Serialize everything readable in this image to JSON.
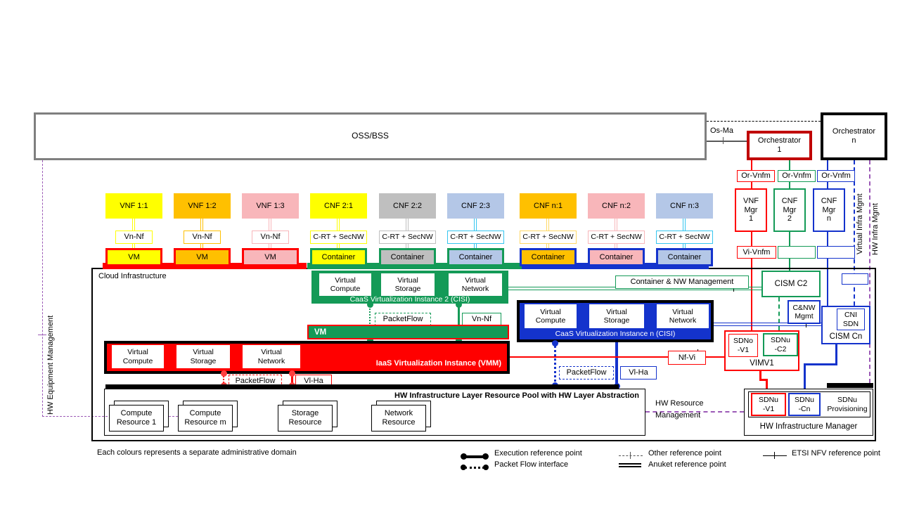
{
  "palette": {
    "red": "#FF0000",
    "dark_red": "#C00000",
    "green": "#149A57",
    "blue": "#1433CC",
    "purple": "#9B59B6",
    "yellow": "#FFFF00",
    "orange": "#FFC000",
    "pink": "#F8B6BA",
    "gray": "#BFBFBF",
    "light_blue": "#B4C7E7",
    "cyan": "#35C6F0",
    "oss_border": "#7F7F7F"
  },
  "oss": {
    "label": "OSS/BSS"
  },
  "top": {
    "os_ma": "Os-Ma",
    "orchestrator_1": "Orchestrator\n1",
    "orchestrator_n": "Orchestrator\nn"
  },
  "nf_columns": [
    {
      "label": "VNF 1:1",
      "fill": "#FFFF00",
      "line": "#FFFF00",
      "if_label": "Vn-Nf",
      "box_label": "VM",
      "box_fill": "#FFFF00",
      "box_border": "#FF0000"
    },
    {
      "label": "VNF 1:2",
      "fill": "#FFC000",
      "line": "#FFC000",
      "if_label": "Vn-Nf",
      "box_label": "VM",
      "box_fill": "#FFC000",
      "box_border": "#FF0000"
    },
    {
      "label": "VNF 1:3",
      "fill": "#F8B6BA",
      "line": "#F8B6BA",
      "if_label": "Vn-Nf",
      "box_label": "VM",
      "box_fill": "#F8B6BA",
      "box_border": "#FF0000"
    },
    {
      "label": "CNF 2:1",
      "fill": "#FFFF00",
      "line": "#FFFF00",
      "if_label": "C-RT + SecNW",
      "box_label": "Container",
      "box_fill": "#FFFF00",
      "box_border": "#149A57"
    },
    {
      "label": "CNF 2:2",
      "fill": "#BFBFBF",
      "line": "#BFBFBF",
      "if_label": "C-RT + SecNW",
      "box_label": "Container",
      "box_fill": "#BFBFBF",
      "box_border": "#149A57"
    },
    {
      "label": "CNF 2:3",
      "fill": "#B4C7E7",
      "line": "#35C6F0",
      "if_label": "C-RT + SecNW",
      "box_label": "Container",
      "box_fill": "#B4C7E7",
      "box_border": "#149A57"
    },
    {
      "label": "CNF n:1",
      "fill": "#FFC000",
      "line": "#FFD966",
      "if_label": "C-RT + SecNW",
      "box_label": "Container",
      "box_fill": "#FFC000",
      "box_border": "#1433CC"
    },
    {
      "label": "CNF n:2",
      "fill": "#F8B6BA",
      "line": "#F8B6BA",
      "if_label": "C-RT + SecNW",
      "box_label": "Container",
      "box_fill": "#F8B6BA",
      "box_border": "#1433CC"
    },
    {
      "label": "CNF n:3",
      "fill": "#B4C7E7",
      "line": "#35C6F0",
      "if_label": "C-RT + SecNW",
      "box_label": "Container",
      "box_fill": "#B4C7E7",
      "box_border": "#1433CC"
    }
  ],
  "managers": {
    "or_vnfm_1": "Or-Vnfm",
    "or_vnfm_2": "Or-Vnfm",
    "or_vnfm_n": "Or-Vnfm",
    "vnf_mgr_1": "VNF\nMgr\n1",
    "cnf_mgr_2": "CNF\nMgr\n2",
    "cnf_mgr_n": "CNF\nMgr\nn",
    "vi_vnfm": "Vi-Vnfm"
  },
  "vertical_labels": {
    "hw_equipment": "HW Equipment Management",
    "virtual_infra": "Virtual Infra Mgmt",
    "hw_infra": "HW Infra Mgmt"
  },
  "cloud": {
    "label": "Cloud Infrastructure"
  },
  "caas2": {
    "title": "CaaS Virtualization Instance 2 (CISI)",
    "compute": "Virtual\nCompute",
    "storage": "Virtual\nStorage",
    "network": "Virtual\nNetwork"
  },
  "caasn": {
    "title": "CaaS Virtualization Instance n (CISI)",
    "compute": "Virtual\nCompute",
    "storage": "Virtual\nStorage",
    "network": "Virtual\nNetwork"
  },
  "vm_band": {
    "label": "VM"
  },
  "iaas": {
    "title": "IaaS Virtualization Instance (VMM)",
    "compute": "Virtual\nCompute",
    "storage": "Virtual\nStorage",
    "network": "Virtual\nNetwork"
  },
  "interfaces": {
    "packetflow_green": "PacketFlow",
    "vn_nf_green": "Vn-Nf",
    "packetflow_red": "PacketFlow",
    "vl_ha_red": "Vl-Ha",
    "packetflow_blue": "PacketFlow",
    "vl_ha_blue": "Vl-Ha",
    "nf_vi": "Nf-Vi",
    "container_nw": "Container & NW Management"
  },
  "mgmt_boxes": {
    "cism_c2": "CISM C2",
    "c_nw_mgmt": "C&NW\nMgmt",
    "cni_sdn": "CNI\nSDN",
    "cism_cn": "CISM Cn",
    "sdno_v1": "SDNo\n-V1",
    "sdnu_c2": "SDNu\n-C2",
    "vimv1": "VIMV1",
    "sdnu_v1": "SDNu\n-V1",
    "sdnu_cn": "SDNu\n-Cn",
    "sdnu_provisioning": "SDNu\nProvisioning",
    "hw_infra_manager": "HW Infrastructure Manager"
  },
  "hw_pool": {
    "title": "HW Infrastructure Layer Resource Pool with HW Layer Abstraction",
    "resources": [
      "Compute\nResource 1",
      "Compute\nResource m",
      "Storage\nResource",
      "Network\nResource"
    ],
    "hw_resource_mgmt": "HW Resource\nManagement"
  },
  "legend": {
    "note": "Each colours represents a separate administrative domain",
    "execution": "Execution reference point",
    "packet_flow": "Packet Flow interface",
    "other": "Other reference point",
    "anuket": "Anuket reference point",
    "etsi": "ETSI NFV reference point"
  }
}
